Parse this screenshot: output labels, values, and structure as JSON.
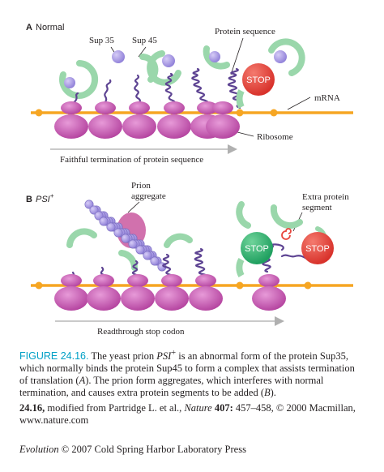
{
  "panel_a": {
    "letter": "A",
    "title": "Normal",
    "labels": {
      "sup35": "Sup 35",
      "sup45": "Sup 45",
      "protein_sequence": "Protein sequence",
      "mrna": "mRNA",
      "ribosome": "Ribosome",
      "stop": "STOP"
    },
    "arrow_text": "Faithful termination of protein sequence"
  },
  "panel_b": {
    "letter": "B",
    "title": "PSI",
    "title_sup": "+",
    "labels": {
      "prion_line1": "Prion",
      "prion_line2": "aggregate",
      "extra_line1": "Extra protein",
      "extra_line2": "segment",
      "stop": "STOP"
    },
    "arrow_text": "Readthrough stop codon"
  },
  "caption": {
    "figure_number": "FIGURE 24.16.",
    "text_1": " The yeast prion ",
    "psi": "PSI",
    "psi_sup": "+",
    "text_2": " is an abnormal form of the protein Sup35, which normally binds the protein Sup45 to form a complex that assists termination of translation (",
    "ref_a": "A",
    "text_3": "). The prion form aggregates, which interferes with normal termination, and causes extra protein segments to be added (",
    "ref_b": "B",
    "text_4": ")."
  },
  "credit": {
    "ref": "24.16,",
    "text_1": " modified from Partridge L. et al., ",
    "journal": "Nature",
    "volume": " 407:",
    "text_2": " 457–458, © 2000 Macmillan, www.nature.com"
  },
  "copyright": {
    "book": "Evolution",
    "text": " © 2007 Cold Spring Harbor Laboratory Press"
  },
  "colors": {
    "ribosome": "#c74fb0",
    "mrna": "#f6a623",
    "sup35": "#8fd0a0",
    "sup45": "#a99be0",
    "stop_normal": "#e8453c",
    "stop_prion": "#2bb673",
    "protein": "#6a4c9c",
    "caption_accent": "#00a0c6"
  }
}
